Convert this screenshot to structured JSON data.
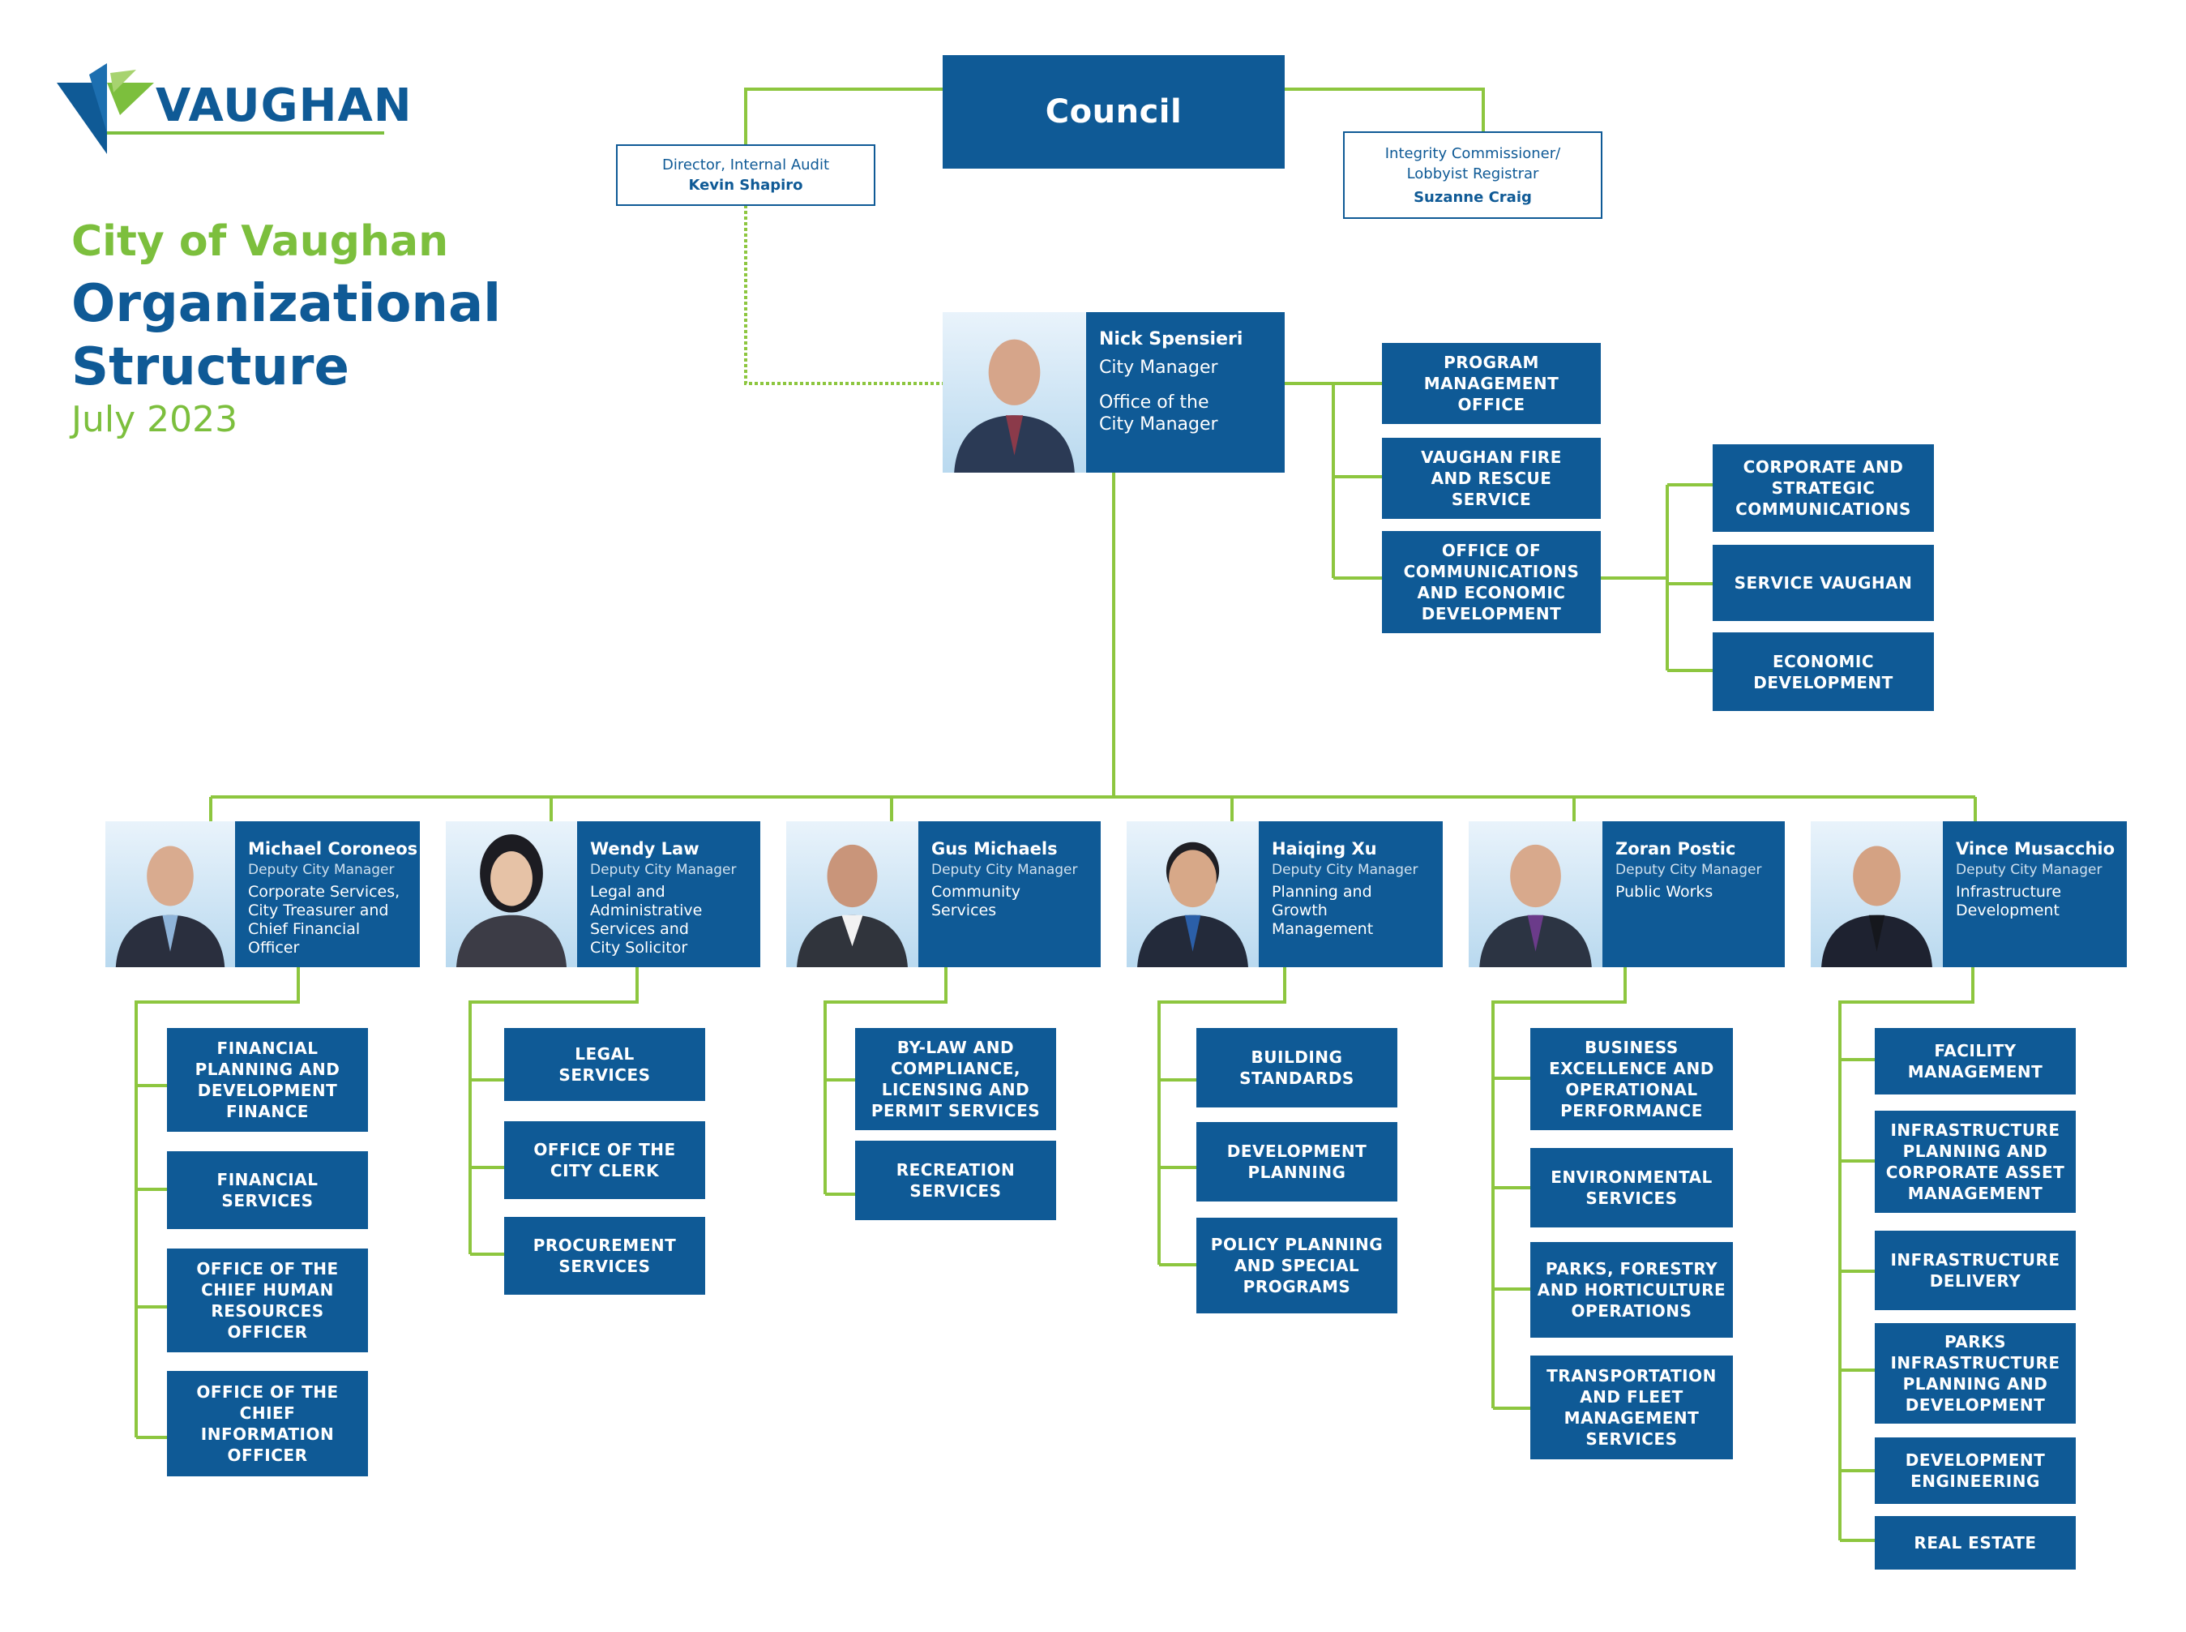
{
  "logo": {
    "wordmark": "VAUGHAN"
  },
  "title": {
    "city": "City of Vaughan",
    "line1": "Organizational",
    "line2": "Structure",
    "date": "July 2023"
  },
  "council": "Council",
  "internal_audit": {
    "role": "Director, Internal Audit",
    "name": "Kevin Shapiro"
  },
  "integrity": {
    "role": "Integrity Commissioner/\nLobbyist Registrar",
    "name": "Suzanne Craig"
  },
  "city_manager": {
    "name": "Nick Spensieri",
    "role": "City Manager",
    "office": "Office of the\nCity Manager"
  },
  "cm_units": [
    "PROGRAM\nMANAGEMENT\nOFFICE",
    "VAUGHAN FIRE\nAND RESCUE\nSERVICE",
    "OFFICE OF\nCOMMUNICATIONS\nAND ECONOMIC\nDEVELOPMENT"
  ],
  "comms_units": [
    "CORPORATE AND\nSTRATEGIC\nCOMMUNICATIONS",
    "SERVICE VAUGHAN",
    "ECONOMIC\nDEVELOPMENT"
  ],
  "deputies": [
    {
      "name": "Michael Coroneos",
      "role": "Deputy City Manager",
      "portfolio": "Corporate Services,\nCity Treasurer and\nChief Financial\nOfficer",
      "units": [
        "FINANCIAL\nPLANNING AND\nDEVELOPMENT\nFINANCE",
        "FINANCIAL\nSERVICES",
        "OFFICE OF THE\nCHIEF HUMAN\nRESOURCES\nOFFICER",
        "OFFICE OF THE\nCHIEF\nINFORMATION\nOFFICER"
      ]
    },
    {
      "name": "Wendy Law",
      "role": "Deputy City Manager",
      "portfolio": "Legal and\nAdministrative\nServices and\nCity Solicitor",
      "units": [
        "LEGAL\nSERVICES",
        "OFFICE OF THE\nCITY CLERK",
        "PROCUREMENT\nSERVICES"
      ]
    },
    {
      "name": "Gus Michaels",
      "role": "Deputy City Manager",
      "portfolio": "Community\nServices",
      "units": [
        "BY-LAW AND\nCOMPLIANCE,\nLICENSING AND\nPERMIT SERVICES",
        "RECREATION\nSERVICES"
      ]
    },
    {
      "name": "Haiqing Xu",
      "role": "Deputy City Manager",
      "portfolio": "Planning and\nGrowth\nManagement",
      "units": [
        "BUILDING\nSTANDARDS",
        "DEVELOPMENT\nPLANNING",
        "POLICY PLANNING\nAND SPECIAL\nPROGRAMS"
      ]
    },
    {
      "name": "Zoran Postic",
      "role": "Deputy City Manager",
      "portfolio": "Public Works",
      "units": [
        "BUSINESS\nEXCELLENCE AND\nOPERATIONAL\nPERFORMANCE",
        "ENVIRONMENTAL\nSERVICES",
        "PARKS, FORESTRY\nAND HORTICULTURE\nOPERATIONS",
        "TRANSPORTATION\nAND FLEET\nMANAGEMENT\nSERVICES"
      ]
    },
    {
      "name": "Vince Musacchio",
      "role": "Deputy City Manager",
      "portfolio": "Infrastructure\nDevelopment",
      "units": [
        "FACILITY\nMANAGEMENT",
        "INFRASTRUCTURE\nPLANNING AND\nCORPORATE ASSET\nMANAGEMENT",
        "INFRASTRUCTURE\nDELIVERY",
        "PARKS\nINFRASTRUCTURE\nPLANNING AND\nDEVELOPMENT",
        "DEVELOPMENT\nENGINEERING",
        "REAL ESTATE"
      ]
    }
  ],
  "colors": {
    "navy": "#0f5a96",
    "green": "#7cbf3d",
    "line": "#8dc63f"
  },
  "icons": [
    "vaughan-logo-icon",
    "person-photo-icon"
  ]
}
